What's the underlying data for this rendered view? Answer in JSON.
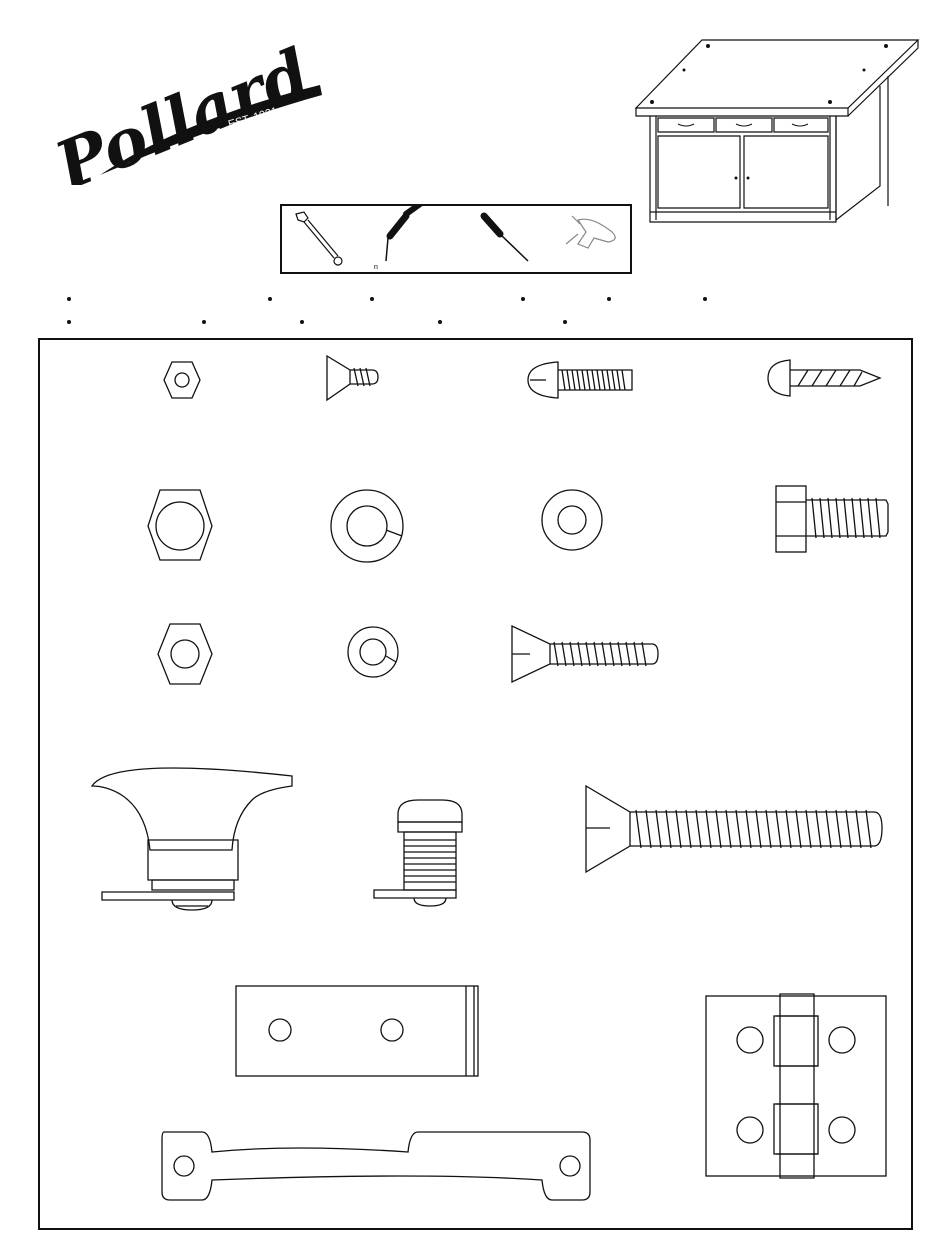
{
  "brand": {
    "name": "Pollard",
    "tagline": "EST. 1921"
  },
  "tools": {
    "items": [
      {
        "icon": "adjustable-wrench-icon"
      },
      {
        "icon": "flathead-screwdriver-icon"
      },
      {
        "icon": "phillips-screwdriver-icon"
      },
      {
        "icon": "power-drill-icon"
      }
    ],
    "small_mark": "n"
  },
  "illustration": {
    "icon": "workbench-cabinet-icon"
  },
  "hardware": {
    "items": [
      {
        "icon": "small-hex-nut-icon"
      },
      {
        "icon": "flat-head-wood-screw-icon"
      },
      {
        "icon": "round-head-machine-screw-icon"
      },
      {
        "icon": "round-head-wood-screw-icon"
      },
      {
        "icon": "large-hex-nut-icon"
      },
      {
        "icon": "large-lock-washer-icon"
      },
      {
        "icon": "flat-washer-icon"
      },
      {
        "icon": "hex-bolt-icon"
      },
      {
        "icon": "medium-hex-nut-icon"
      },
      {
        "icon": "small-lock-washer-icon"
      },
      {
        "icon": "flat-head-machine-screw-icon"
      },
      {
        "icon": "t-handle-lock-icon"
      },
      {
        "icon": "cam-lock-icon"
      },
      {
        "icon": "long-flat-head-screw-icon"
      },
      {
        "icon": "mending-plate-icon"
      },
      {
        "icon": "butt-hinge-icon"
      },
      {
        "icon": "door-pull-handle-icon"
      }
    ]
  }
}
